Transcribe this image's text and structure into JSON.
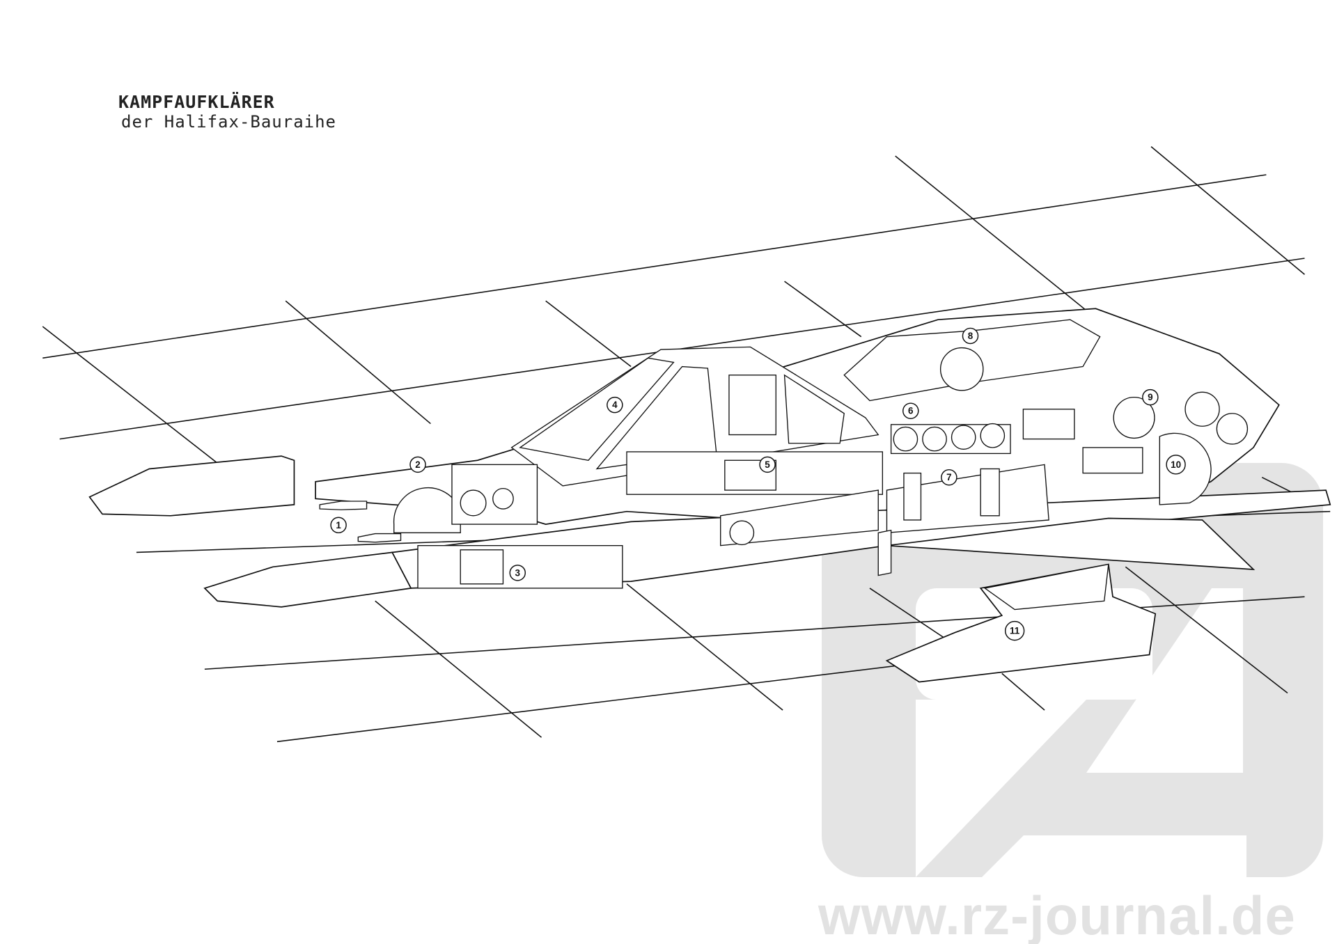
{
  "title": {
    "line1": "KAMPFAUFKLÄRER",
    "line2": "der Halifax-Bauraihe"
  },
  "callouts": [
    "1",
    "2",
    "3",
    "4",
    "5",
    "6",
    "7",
    "8",
    "9",
    "10",
    "11"
  ],
  "watermark": {
    "logo": "rz",
    "url": "www.rz-journal.de",
    "color": "#e2e2e2"
  }
}
